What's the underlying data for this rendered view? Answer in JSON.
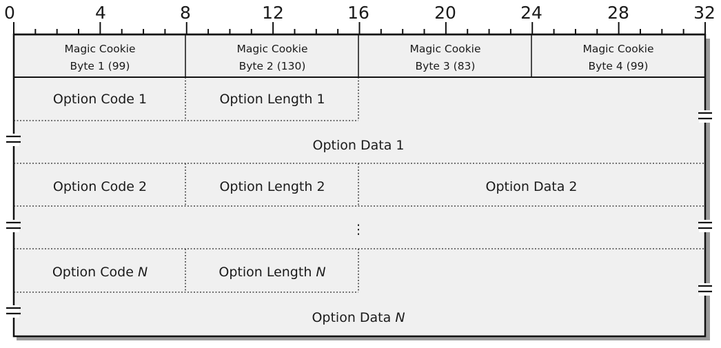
{
  "ruler": {
    "ticks": [
      "0",
      "4",
      "8",
      "12",
      "16",
      "20",
      "24",
      "28",
      "32"
    ]
  },
  "colors": {
    "fill": "#f0f0f0",
    "shadow": "#9a9a9a",
    "stroke": "#111111",
    "background": "#ffffff"
  },
  "cookie": [
    {
      "line1": "Magic Cookie",
      "line2": "Byte 1 (99)"
    },
    {
      "line1": "Magic Cookie",
      "line2": "Byte 2 (130)"
    },
    {
      "line1": "Magic Cookie",
      "line2": "Byte 3 (83)"
    },
    {
      "line1": "Magic Cookie",
      "line2": "Byte 4 (99)"
    }
  ],
  "fields": {
    "code1": "Option Code 1",
    "length1": "Option Length 1",
    "data1": "Option Data 1",
    "code2": "Option Code 2",
    "length2": "Option Length 2",
    "data2": "Option Data 2",
    "ellipsis": "⋮",
    "codeN_prefix": "Option Code ",
    "lengthN_prefix": "Option Length ",
    "dataN_prefix": "Option Data ",
    "n": "N"
  }
}
